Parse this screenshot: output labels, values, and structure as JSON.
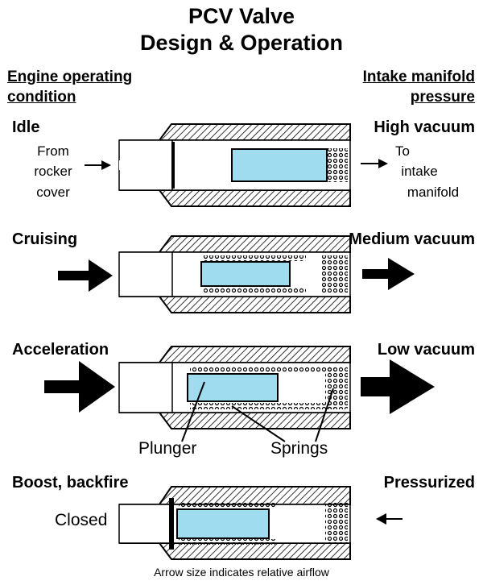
{
  "title": {
    "line1": "PCV Valve",
    "line2": "Design & Operation"
  },
  "headers": {
    "left_line1": "Engine operating",
    "left_line2": "condition",
    "right_line1": "Intake manifold",
    "right_line2": "pressure"
  },
  "rows": [
    {
      "condition": "Idle",
      "pressure": "High vacuum",
      "left_label": [
        "From",
        "rocker",
        "cover"
      ],
      "right_label": [
        "To",
        "intake",
        "manifold"
      ]
    },
    {
      "condition": "Cruising",
      "pressure": "Medium vacuum"
    },
    {
      "condition": "Acceleration",
      "pressure": "Low vacuum"
    },
    {
      "condition": "Boost, backfire",
      "pressure": "Pressurized",
      "state": "Closed"
    }
  ],
  "callouts": {
    "plunger": "Plunger",
    "springs": "Springs"
  },
  "footer": "Arrow size indicates relative airflow",
  "colors": {
    "plunger": "#9fdcf0",
    "line": "#000000"
  }
}
